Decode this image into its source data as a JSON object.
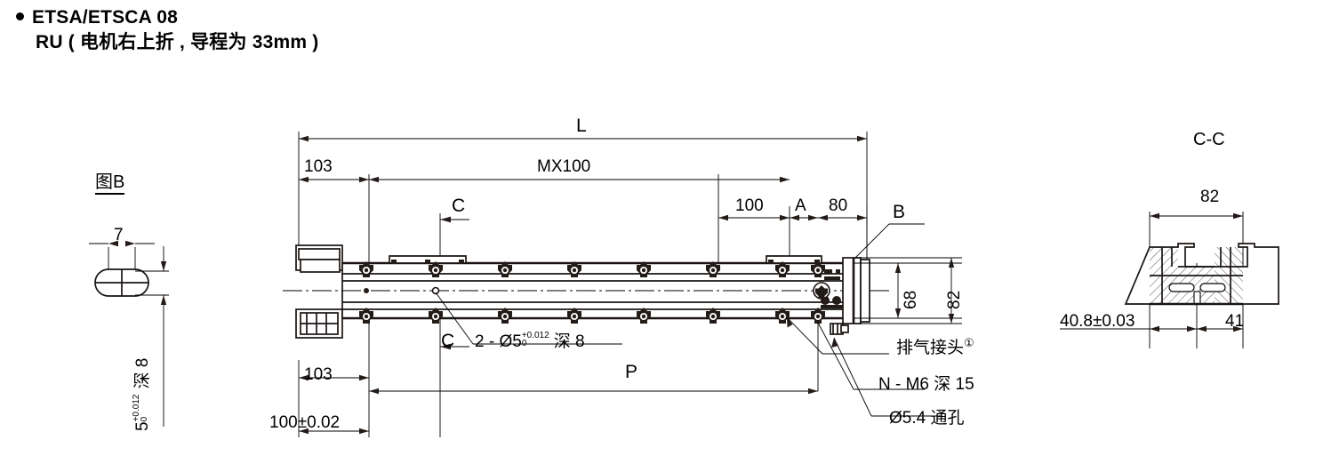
{
  "title": {
    "line1": "ETSA/ETSCA 08",
    "line2": "RU ( 电机右上折 , 导程为 33mm )"
  },
  "detail_view_b": {
    "view_title": "图B",
    "width_dim": "7",
    "depth_dim_base": "5",
    "depth_dim_tol_upper": "+0.012",
    "depth_dim_tol_lower": "0",
    "depth_dim_suffix": "深 8"
  },
  "main_view": {
    "overall_length_label": "L",
    "pitch_label": "MX100",
    "left_offset_top": "103",
    "left_offset_bottom": "103",
    "right_pitch": "100",
    "segment_a": "A",
    "segment_80": "80",
    "callout_b": "B",
    "section_mark_top": "C",
    "section_mark_bottom": "C",
    "hole_note": "2 - Ø5",
    "hole_note_tol_upper": "+0.012",
    "hole_note_tol_lower": "0",
    "hole_note_suffix": "深 8",
    "height_inner": "68",
    "height_outer": "82",
    "bottom_p_label": "P",
    "bottom_tolerance": "100±0.02",
    "note_exhaust": "排气接头",
    "note_exhaust_sup": "①",
    "note_thread": "N - M6 深 15",
    "note_through_hole": "Ø5.4 通孔"
  },
  "section_cc": {
    "view_title": "C-C",
    "width_dim": "82",
    "left_dim": "40.8±0.03",
    "right_dim": "41"
  },
  "colors": {
    "line": "#000000",
    "body_line": "#1a1412",
    "background": "#ffffff"
  }
}
